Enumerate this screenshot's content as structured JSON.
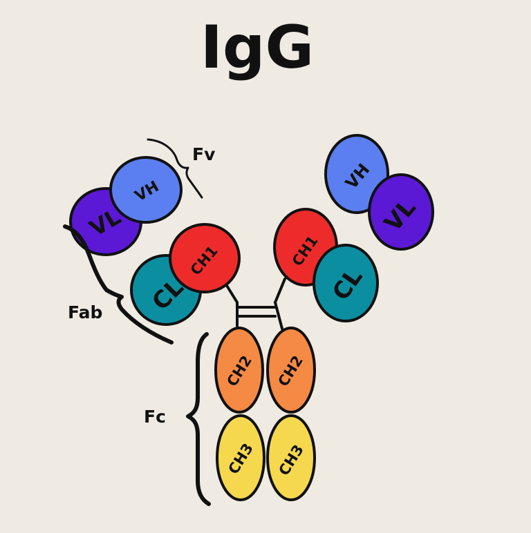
{
  "title": "IgG",
  "colors": {
    "background": "#efebe2",
    "VH": "#5b7ff0",
    "VL": "#5b19d6",
    "CH1": "#ee2b2b",
    "CL": "#0c8ea1",
    "CH2": "#f58a45",
    "CH3": "#f6d84f",
    "outline": "#111111"
  },
  "domain_labels": {
    "vh_left": "VH",
    "vl_left": "VL",
    "ch1_left": "CH1",
    "cl_left": "CL",
    "vh_right": "VH",
    "vl_right": "VL",
    "ch1_right": "CH1",
    "cl_right": "CL",
    "ch2_left": "CH2",
    "ch2_right": "CH2",
    "ch3_left": "CH3",
    "ch3_right": "CH3"
  },
  "region_labels": {
    "fv": "Fv",
    "fab": "Fab",
    "fc": "Fc"
  }
}
